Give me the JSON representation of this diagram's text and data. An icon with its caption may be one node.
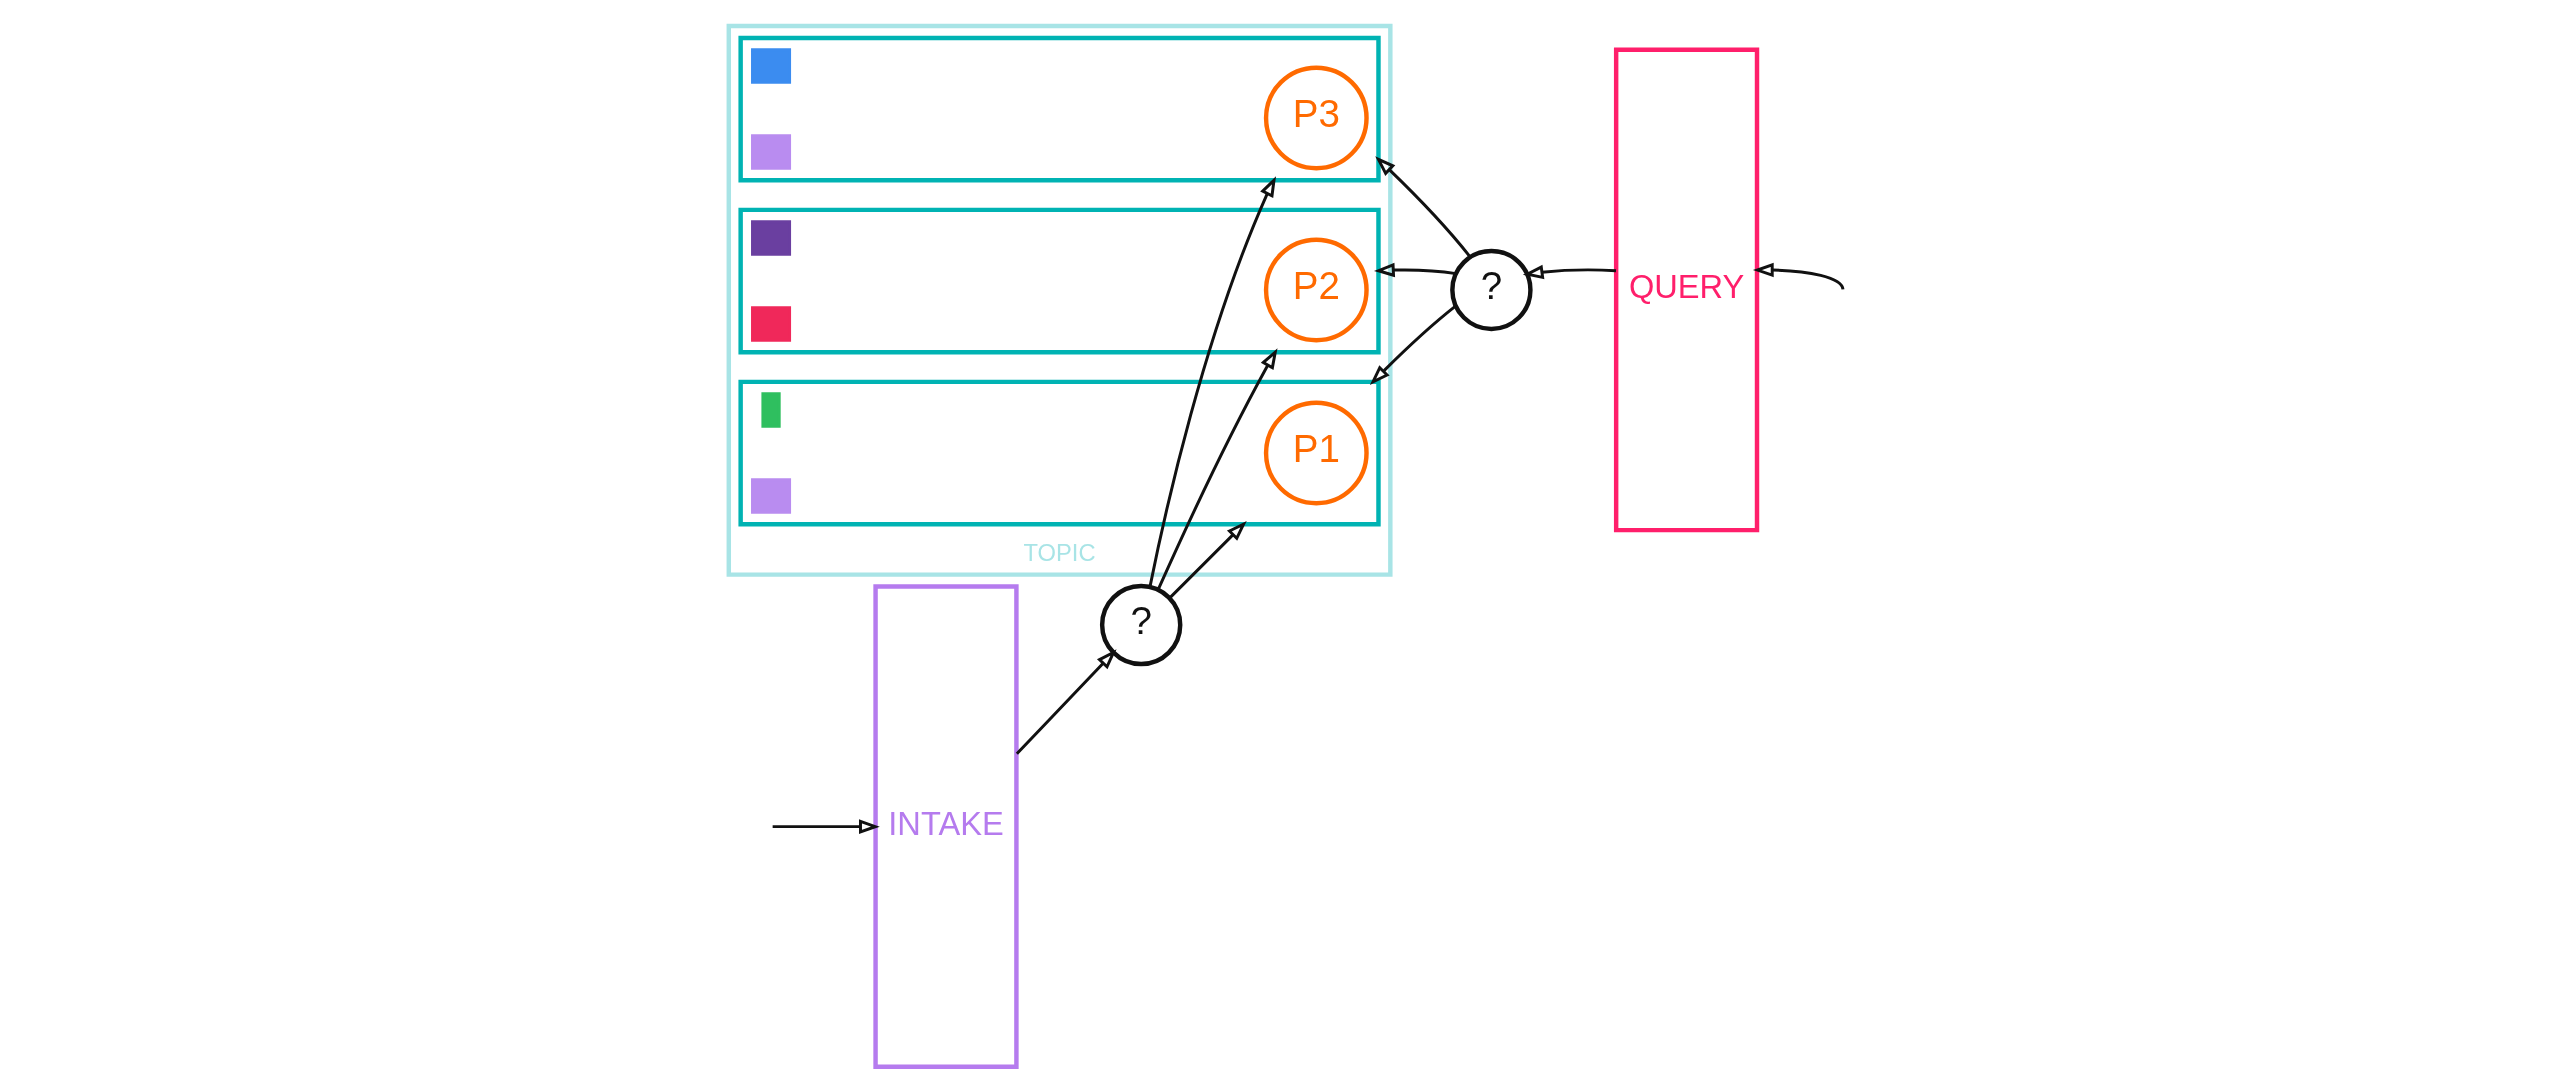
{
  "diagram": {
    "nodes": [
      {
        "text": [
          "INTAKE"
        ]
      },
      {
        "text": [
          "?"
        ]
      },
      {
        "text": [
          "TOPIC"
        ]
      },
      {
        "text": [],
        "shape": "box",
        "in": 2
      },
      {
        "text": [
          "P3"
        ],
        "in": 3
      },
      {
        "text": [],
        "shape": "box",
        "in": 3
      },
      {
        "text": [],
        "shape": "box",
        "in": 3
      },
      {
        "text": [],
        "shape": "box",
        "in": 2
      },
      {
        "text": [
          "P2"
        ],
        "in": 7
      },
      {
        "text": [],
        "shape": "box",
        "in": 7
      },
      {
        "text": [],
        "shape": "box",
        "in": 7
      },
      {
        "text": [],
        "shape": "box",
        "in": 2
      },
      {
        "text": [
          "P1"
        ],
        "in": 11
      },
      {
        "text": [],
        "shape": "bar",
        "in": 11
      },
      {
        "text": [],
        "shape": "box",
        "in": 11
      },
      {
        "text": [
          "?"
        ]
      },
      {
        "text": [
          "QUERY"
        ]
      }
    ],
    "edges": [
      {
        "from": null,
        "to": 0,
        "arrow": "to"
      },
      {
        "from": 0,
        "to": 1,
        "arrow": "to"
      },
      {
        "from": 1,
        "to": 3,
        "arrow": "to"
      },
      {
        "from": 1,
        "to": 7,
        "arrow": "to"
      },
      {
        "from": 1,
        "to": 11,
        "arrow": "to"
      },
      {
        "from": 16,
        "to": 15,
        "arrow": "to"
      },
      {
        "from": 15,
        "to": 3,
        "arrow": "to"
      },
      {
        "from": 15,
        "to": 7,
        "arrow": "to"
      },
      {
        "from": 15,
        "to": 11,
        "arrow": "to"
      },
      {
        "from": null,
        "to": 16,
        "arrow": "to"
      }
    ]
  }
}
